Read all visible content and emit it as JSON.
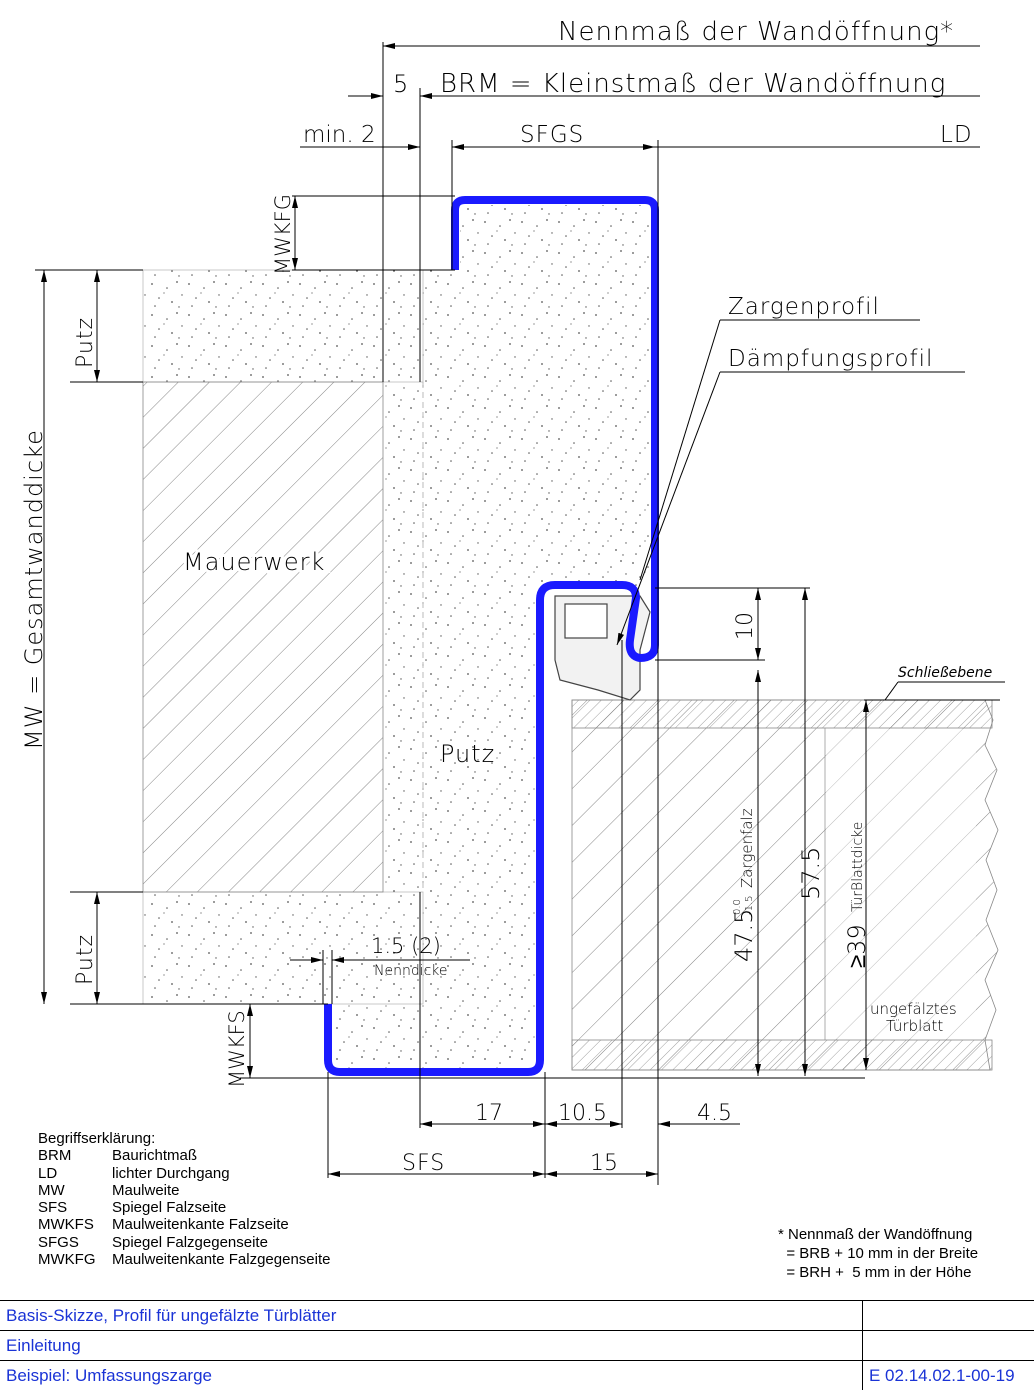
{
  "dimensions": {
    "nennmass": "Nennmaß der Wandöffnung*",
    "five": "5",
    "brm": "BRM = Kleinstmaß der Wandöffnung",
    "min2": "min. 2",
    "sfgs": "SFGS",
    "ld": "LD",
    "mwkfg": "MWKFG",
    "putz_top": "Putz",
    "putz_bottom": "Putz",
    "mw": "MW = Gesamtwanddicke",
    "zargenprofil": "Zargenprofil",
    "daempfungsprofil": "Dämpfungsprofil",
    "mauerwerk": "Mauerwerk",
    "putz_middle": "Putz",
    "ten": "10",
    "schliessebene": "Schließebene",
    "zargenfalz_main": "47.5",
    "zargenfalz_tol_top": "0.0",
    "zargenfalz_tol_bottom": "-1.5",
    "zargenfalz_label": "Zargenfalz",
    "v575": "57.5",
    "tuerblattdicke_value": "≥39",
    "tuerblattdicke_label": "TürBlattdicke",
    "nenndicke_value": "1.5 (2)",
    "nenndicke_label": "Nenndicke",
    "mwkfs": "MWKFS",
    "ungefalztes_1": "ungefälztes",
    "ungefalztes_2": "Türblatt",
    "d17": "17",
    "d105": "10.5",
    "d45": "4.5",
    "sfs": "SFS",
    "d15": "15"
  },
  "legend": {
    "title": "Begriffserklärung:",
    "items": [
      {
        "abbr": "BRM",
        "text": "Baurichtmaß"
      },
      {
        "abbr": "LD",
        "text": "lichter Durchgang"
      },
      {
        "abbr": "MW",
        "text": "Maulweite"
      },
      {
        "abbr": "SFS",
        "text": "Spiegel Falzseite"
      },
      {
        "abbr": "MWKFS",
        "text": "Maulweitenkante Falzseite"
      },
      {
        "abbr": "SFGS",
        "text": "Spiegel Falzgegenseite"
      },
      {
        "abbr": "MWKFG",
        "text": "Maulweitenkante Falzgegenseite"
      }
    ]
  },
  "footnote": {
    "line1": "* Nennmaß der Wandöffnung",
    "line2": "  = BRB + 10 mm in der Breite",
    "line3": "  = BRH +  5 mm in der Höhe"
  },
  "titleblock": {
    "row1": "Basis-Skizze, Profil für ungefälzte Türblätter",
    "row2": "Einleitung",
    "row3": "Beispiel: Umfassungszarge",
    "code": "E 02.14.02.1-00-19"
  },
  "colors": {
    "profile": "#1a1aff",
    "text_blue": "#1a33d6"
  }
}
